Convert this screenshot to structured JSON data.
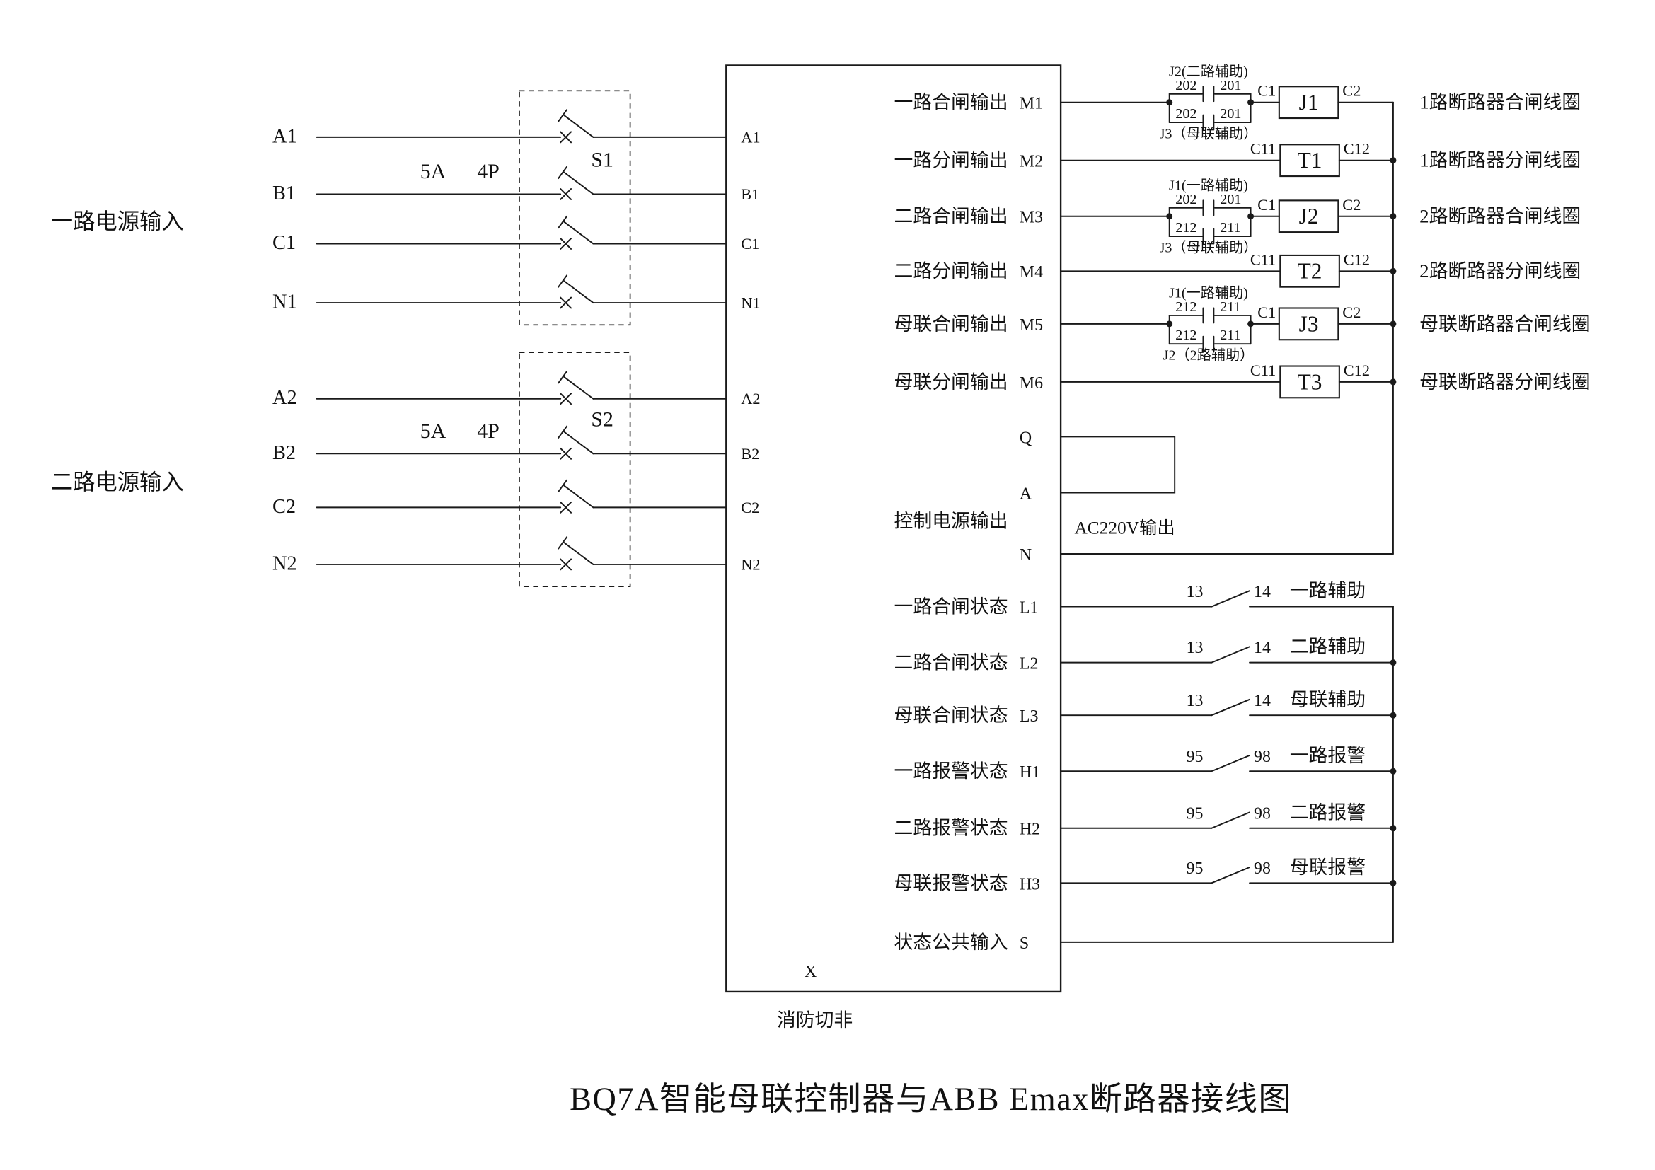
{
  "title": "BQ7A智能母联控制器与ABB Emax断路器接线图",
  "power_inputs": [
    {
      "label": "一路电源输入",
      "rating": "5A",
      "poles": "4P",
      "switch_name": "S1",
      "wires": [
        "A1",
        "B1",
        "C1",
        "N1"
      ]
    },
    {
      "label": "二路电源输入",
      "rating": "5A",
      "poles": "4P",
      "switch_name": "S2",
      "wires": [
        "A2",
        "B2",
        "C2",
        "N2"
      ]
    }
  ],
  "controller": {
    "left_terminals": [
      "A1",
      "B1",
      "C1",
      "N1",
      "A2",
      "B2",
      "C2",
      "N2"
    ],
    "output_rows": [
      {
        "label": "一路合闸输出",
        "terminal": "M1"
      },
      {
        "label": "一路分闸输出",
        "terminal": "M2"
      },
      {
        "label": "二路合闸输出",
        "terminal": "M3"
      },
      {
        "label": "二路分闸输出",
        "terminal": "M4"
      },
      {
        "label": "母联合闸输出",
        "terminal": "M5"
      },
      {
        "label": "母联分闸输出",
        "terminal": "M6"
      }
    ],
    "aux_terminals": [
      "Q",
      "A"
    ],
    "power_out_row": {
      "label": "控制电源输出",
      "terminal": "N"
    },
    "status_rows": [
      {
        "label": "一路合闸状态",
        "terminal": "L1"
      },
      {
        "label": "二路合闸状态",
        "terminal": "L2"
      },
      {
        "label": "母联合闸状态",
        "terminal": "L3"
      },
      {
        "label": "一路报警状态",
        "terminal": "H1"
      },
      {
        "label": "二路报警状态",
        "terminal": "H2"
      },
      {
        "label": "母联报警状态",
        "terminal": "H3"
      }
    ],
    "common_row": {
      "label": "状态公共输入",
      "terminal": "S"
    },
    "x_terminal": "X",
    "fire_label": "消防切非"
  },
  "ac_output": "AC220V输出",
  "coil_rows": [
    {
      "top_label": "J2(二路辅助)",
      "top_l": "202",
      "top_r": "201",
      "bot_l": "202",
      "bot_r": "201",
      "bot_label": "J3（母联辅助）",
      "cl": "C1",
      "coil": "J1",
      "cr": "C2",
      "desc": "1路断路器合闸线圈"
    },
    {
      "cl": "C11",
      "coil": "T1",
      "cr": "C12",
      "desc": "1路断路器分闸线圈"
    },
    {
      "top_label": "J1(一路辅助)",
      "top_l": "202",
      "top_r": "201",
      "bot_l": "212",
      "bot_r": "211",
      "bot_label": "J3（母联辅助）",
      "cl": "C1",
      "coil": "J2",
      "cr": "C2",
      "desc": "2路断路器合闸线圈"
    },
    {
      "cl": "C11",
      "coil": "T2",
      "cr": "C12",
      "desc": "2路断路器分闸线圈"
    },
    {
      "top_label": "J1(一路辅助)",
      "top_l": "212",
      "top_r": "211",
      "bot_l": "212",
      "bot_r": "211",
      "bot_label": "J2（2路辅助）",
      "cl": "C1",
      "coil": "J3",
      "cr": "C2",
      "desc": "母联断路器合闸线圈"
    },
    {
      "cl": "C11",
      "coil": "T3",
      "cr": "C12",
      "desc": "母联断路器分闸线圈"
    }
  ],
  "status_contacts": [
    {
      "a": "13",
      "b": "14",
      "label": "一路辅助"
    },
    {
      "a": "13",
      "b": "14",
      "label": "二路辅助"
    },
    {
      "a": "13",
      "b": "14",
      "label": "母联辅助"
    },
    {
      "a": "95",
      "b": "98",
      "label": "一路报警"
    },
    {
      "a": "95",
      "b": "98",
      "label": "二路报警"
    },
    {
      "a": "95",
      "b": "98",
      "label": "母联报警"
    }
  ]
}
